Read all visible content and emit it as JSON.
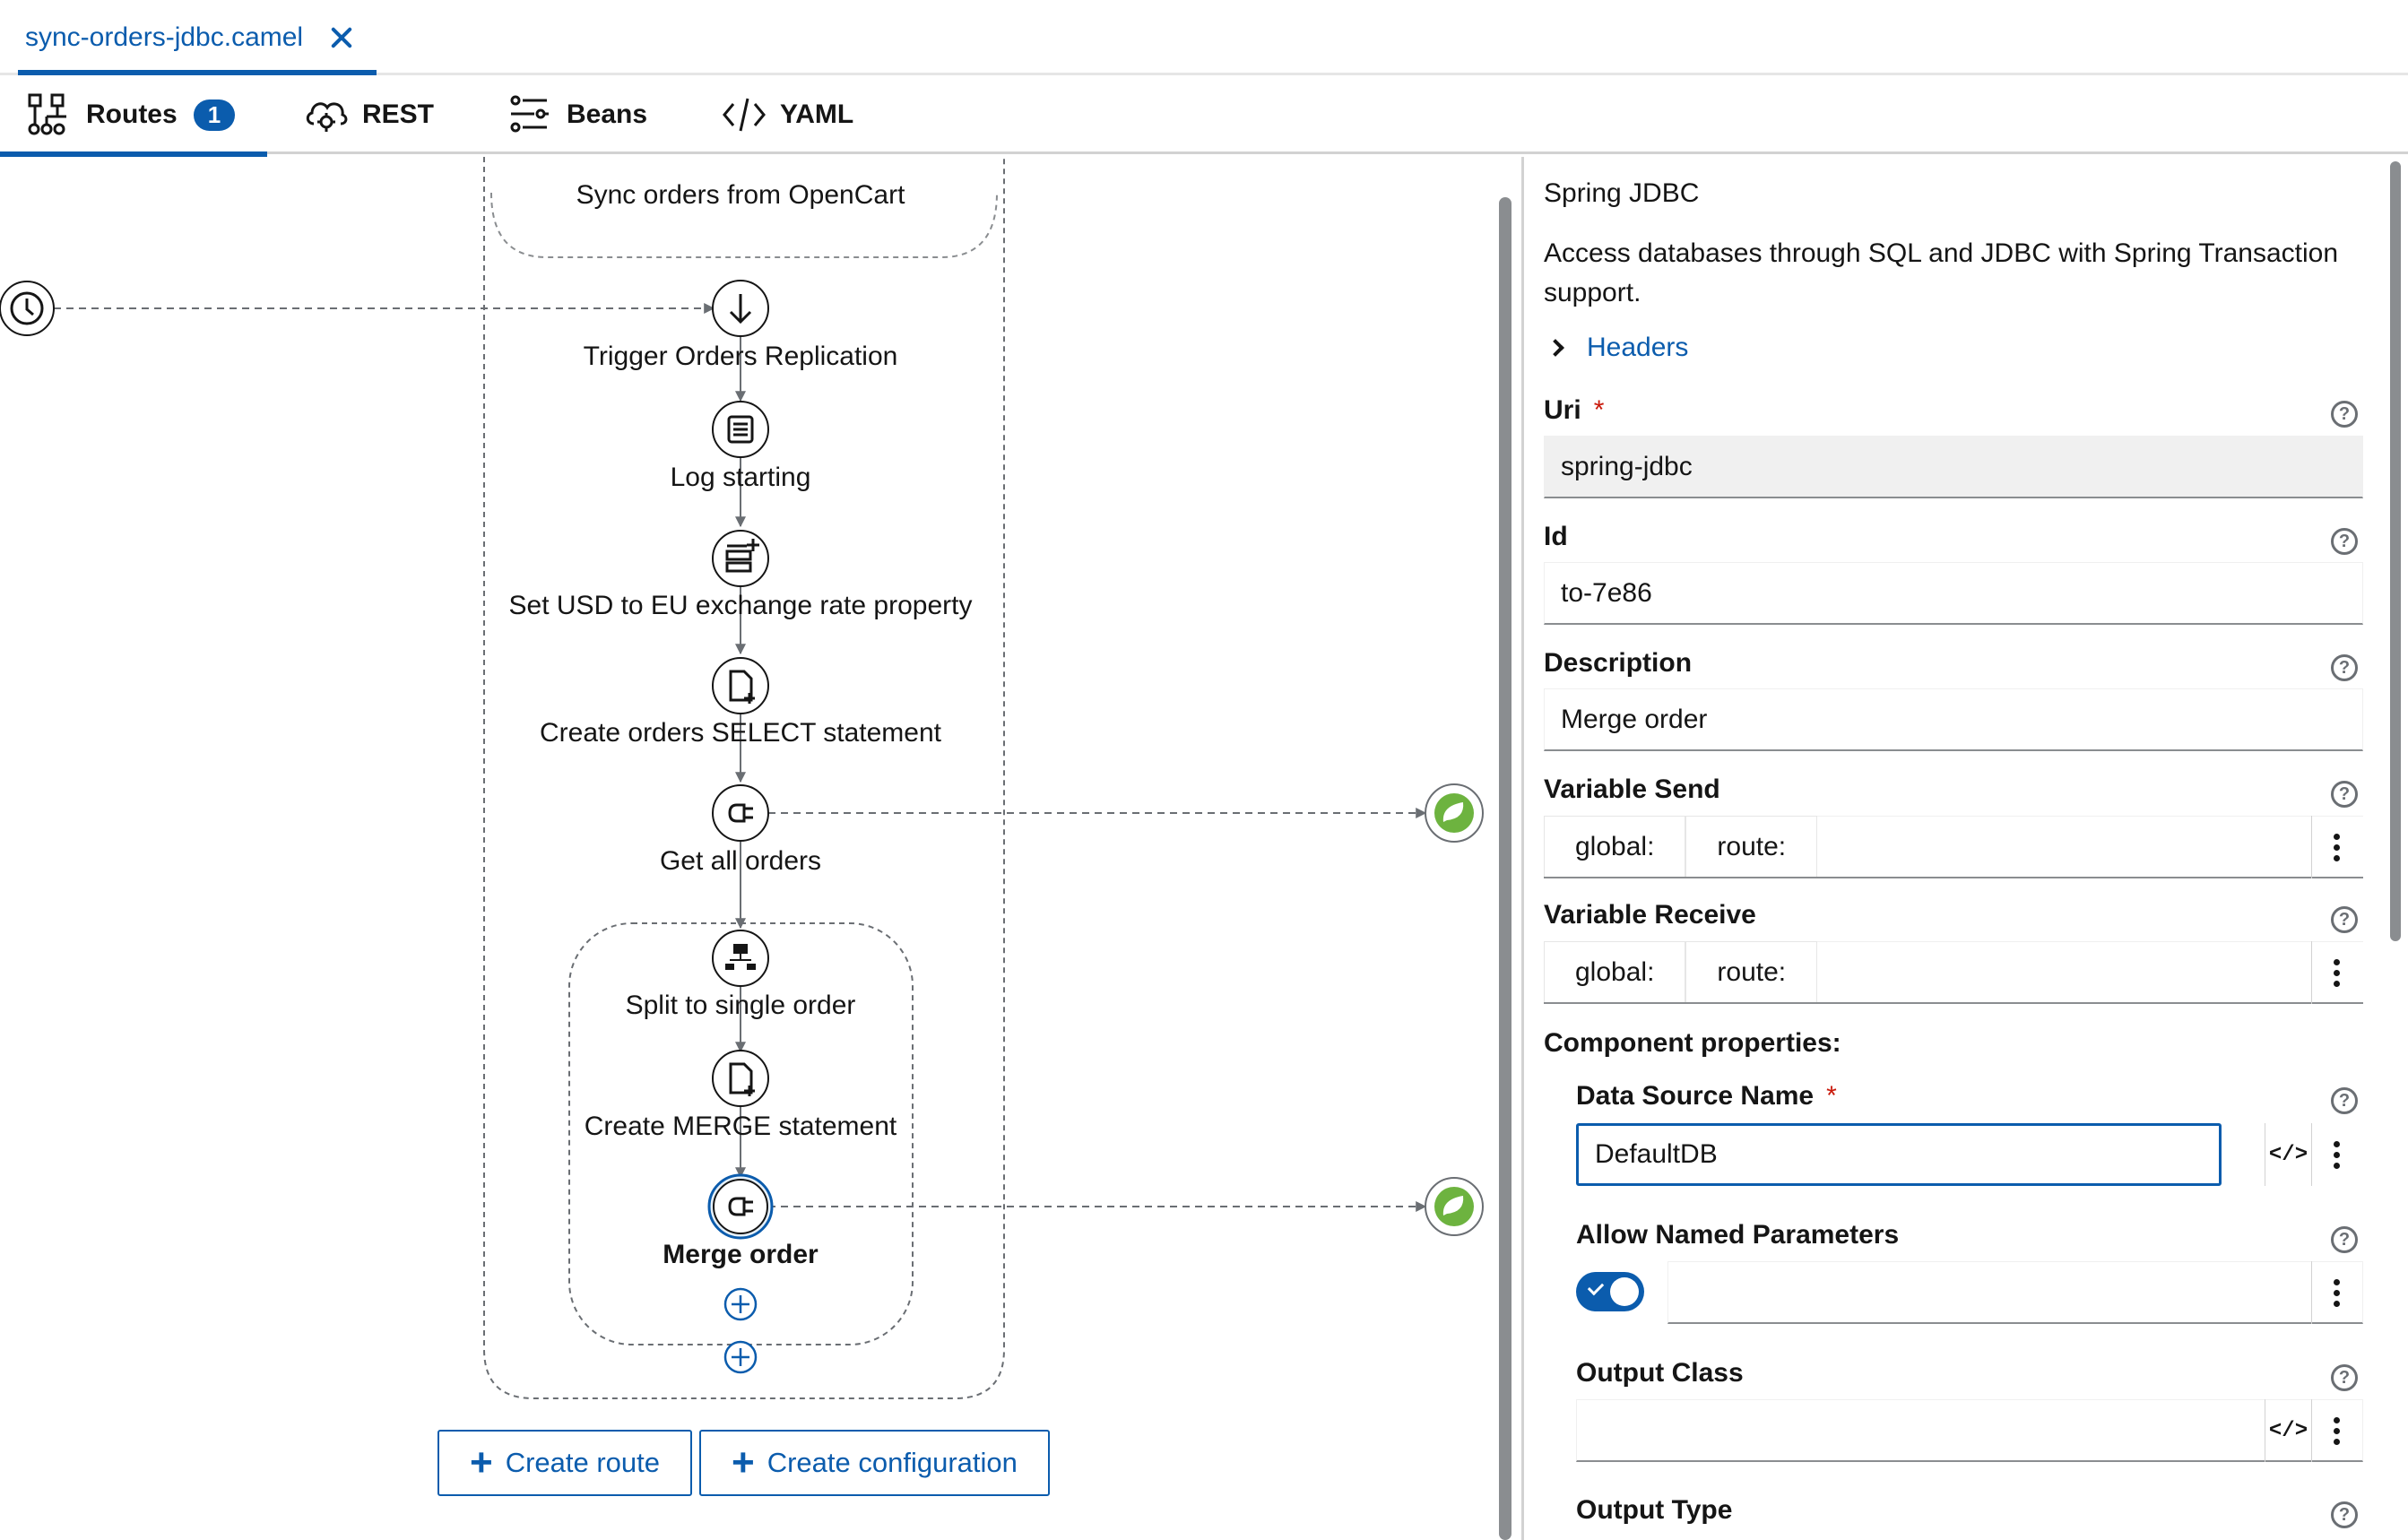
{
  "file_tab": {
    "label": "sync-orders-jdbc.camel"
  },
  "view_tabs": [
    {
      "label": "Routes",
      "badge": "1",
      "icon": "topology-icon"
    },
    {
      "label": "REST",
      "icon": "cloud-gear-icon"
    },
    {
      "label": "Beans",
      "icon": "sliders-icon"
    },
    {
      "label": "YAML",
      "icon": "code-icon"
    }
  ],
  "canvas": {
    "route_title": "Sync orders from OpenCart",
    "steps": [
      {
        "label": "Trigger Orders Replication",
        "icon": "arrow-down-icon"
      },
      {
        "label": "Log starting",
        "icon": "log-icon"
      },
      {
        "label": "Set USD to EU exchange rate property",
        "icon": "set-property-icon"
      },
      {
        "label": "Create orders SELECT statement",
        "icon": "file-plus-icon"
      },
      {
        "label": "Get all orders",
        "icon": "plug-icon"
      },
      {
        "label": "Split to single order",
        "icon": "split-icon"
      },
      {
        "label": "Create MERGE statement",
        "icon": "file-plus-icon"
      },
      {
        "label": "Merge order",
        "icon": "plug-icon"
      }
    ],
    "buttons": {
      "create_route": "Create route",
      "create_configuration": "Create configuration"
    }
  },
  "panel": {
    "title": "Spring JDBC",
    "description": "Access databases through SQL and JDBC with Spring Transaction support.",
    "headers_label": "Headers",
    "fields": {
      "uri": {
        "label": "Uri",
        "value": "spring-jdbc"
      },
      "id": {
        "label": "Id",
        "value": "to-7e86"
      },
      "description": {
        "label": "Description",
        "value": "Merge order"
      },
      "variable_send": {
        "label": "Variable Send",
        "opt1": "global:",
        "opt2": "route:"
      },
      "variable_receive": {
        "label": "Variable Receive",
        "opt1": "global:",
        "opt2": "route:"
      }
    },
    "component_properties": "Component properties:",
    "component_fields": {
      "data_source_name": {
        "label": "Data Source Name",
        "value": "DefaultDB"
      },
      "allow_named_parameters": {
        "label": "Allow Named Parameters",
        "value": true
      },
      "output_class": {
        "label": "Output Class",
        "value": ""
      },
      "output_type": {
        "label": "Output Type"
      }
    },
    "required_mark": "*",
    "help_glyph": "?",
    "code_glyph": "</>"
  },
  "colors": {
    "accent": "#0b5cad",
    "required": "#c9190b",
    "border": "#d2d2d2"
  }
}
